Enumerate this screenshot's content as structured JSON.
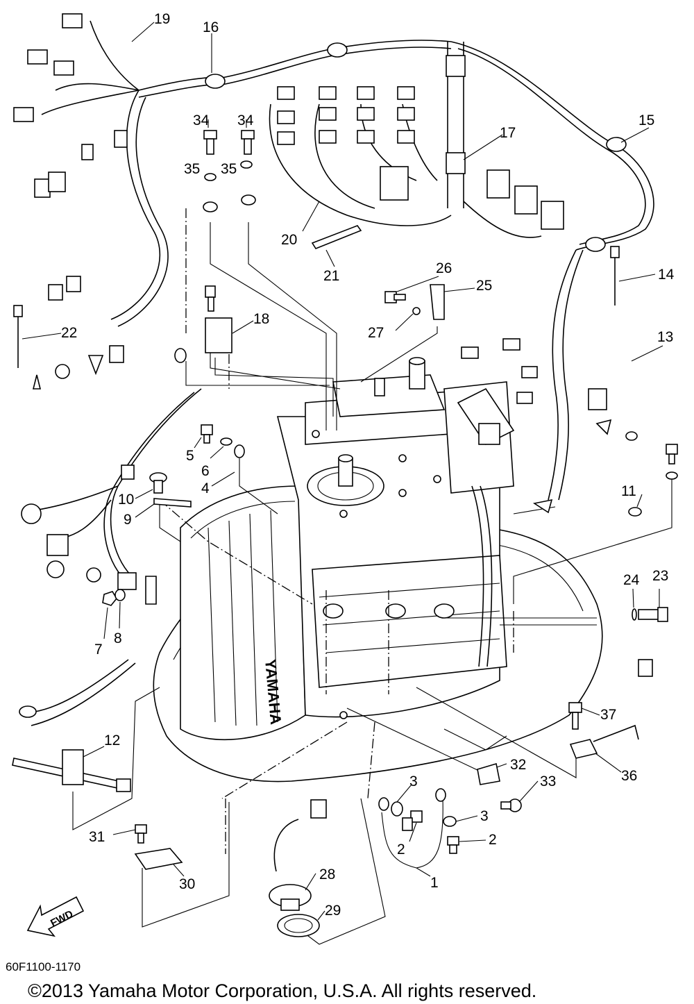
{
  "diagram": {
    "callouts": [
      {
        "id": "19",
        "label": "19"
      },
      {
        "id": "16",
        "label": "16"
      },
      {
        "id": "34a",
        "label": "34"
      },
      {
        "id": "34b",
        "label": "34"
      },
      {
        "id": "35a",
        "label": "35"
      },
      {
        "id": "35b",
        "label": "35"
      },
      {
        "id": "17",
        "label": "17"
      },
      {
        "id": "15",
        "label": "15"
      },
      {
        "id": "20",
        "label": "20"
      },
      {
        "id": "21",
        "label": "21"
      },
      {
        "id": "26",
        "label": "26"
      },
      {
        "id": "25",
        "label": "25"
      },
      {
        "id": "14",
        "label": "14"
      },
      {
        "id": "27",
        "label": "27"
      },
      {
        "id": "18",
        "label": "18"
      },
      {
        "id": "22",
        "label": "22"
      },
      {
        "id": "13",
        "label": "13"
      },
      {
        "id": "5",
        "label": "5"
      },
      {
        "id": "6",
        "label": "6"
      },
      {
        "id": "4",
        "label": "4"
      },
      {
        "id": "10",
        "label": "10"
      },
      {
        "id": "9",
        "label": "9"
      },
      {
        "id": "11",
        "label": "11"
      },
      {
        "id": "24",
        "label": "24"
      },
      {
        "id": "23",
        "label": "23"
      },
      {
        "id": "7",
        "label": "7"
      },
      {
        "id": "8",
        "label": "8"
      },
      {
        "id": "37",
        "label": "37"
      },
      {
        "id": "12",
        "label": "12"
      },
      {
        "id": "36",
        "label": "36"
      },
      {
        "id": "32",
        "label": "32"
      },
      {
        "id": "3a",
        "label": "3"
      },
      {
        "id": "33",
        "label": "33"
      },
      {
        "id": "3b",
        "label": "3"
      },
      {
        "id": "2a",
        "label": "2"
      },
      {
        "id": "2b",
        "label": "2"
      },
      {
        "id": "31",
        "label": "31"
      },
      {
        "id": "30",
        "label": "30"
      },
      {
        "id": "28",
        "label": "28"
      },
      {
        "id": "1",
        "label": "1"
      },
      {
        "id": "29",
        "label": "29"
      }
    ],
    "engine_brand_text": "YAMAHA",
    "fwd_label": "FWD",
    "part_code": "60F1100-1170",
    "copyright": "©2013 Yamaha Motor Corporation, U.S.A. All rights reserved."
  }
}
